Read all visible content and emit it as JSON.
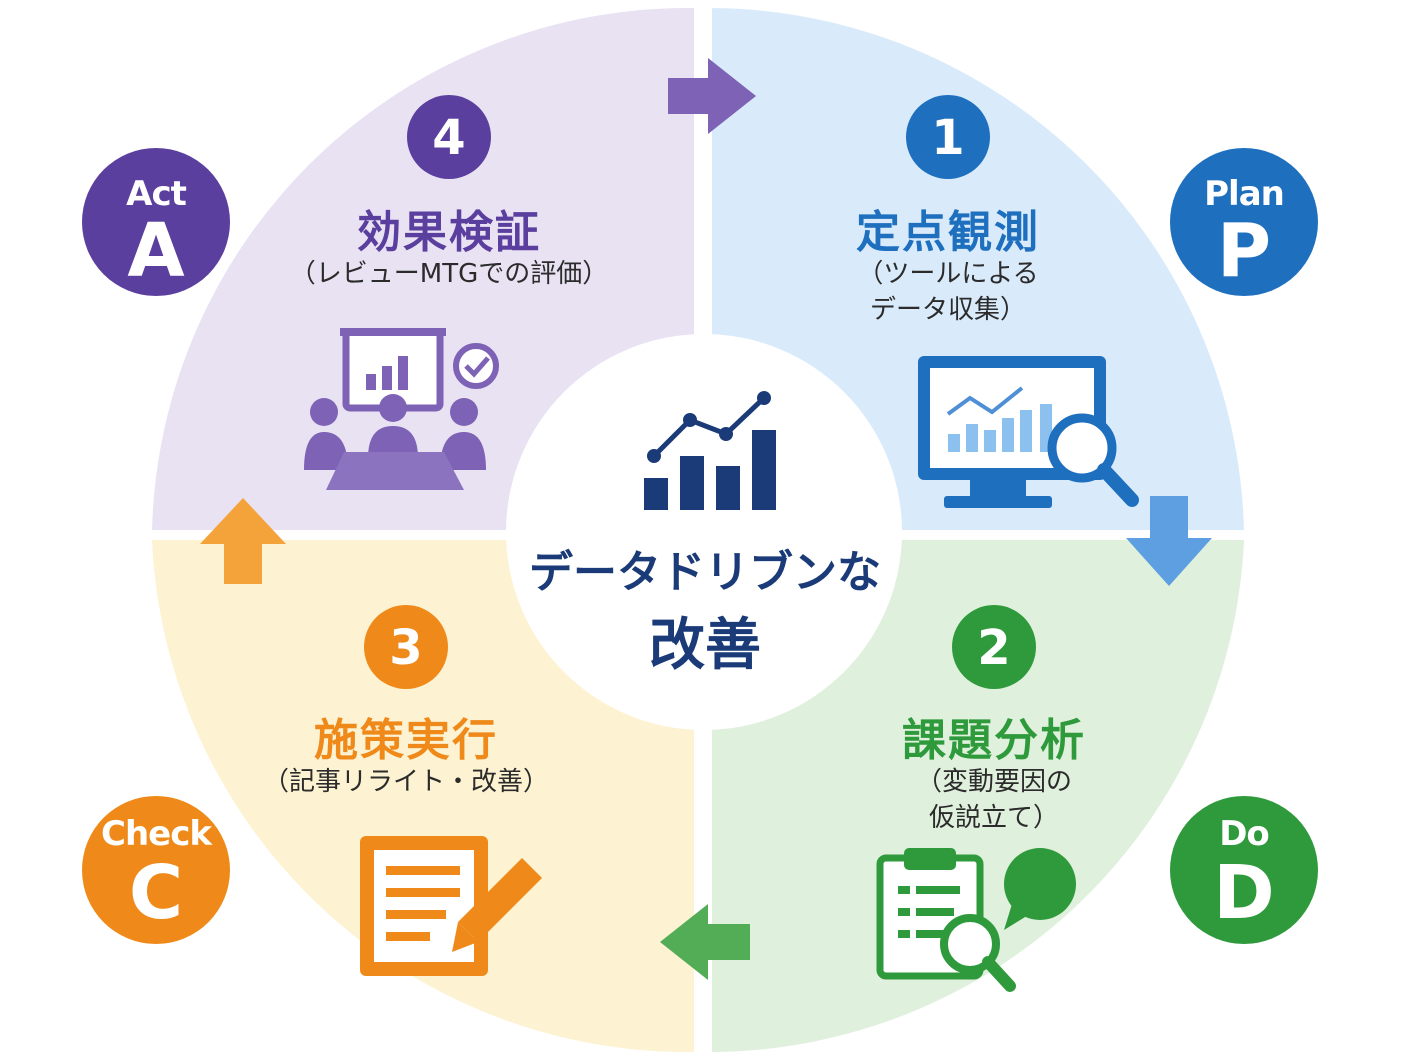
{
  "colors": {
    "plan": "#1f6fbf",
    "do": "#2f9a3c",
    "check": "#ef8a1a",
    "act": "#5b3f9e",
    "center": "#1a3a78",
    "plan_bg": "#d9ebfb",
    "do_bg": "#dff0dc",
    "check_bg": "#fdf2d1",
    "act_bg": "#e8e2f3"
  },
  "center": {
    "line1": "データドリブンな",
    "line2": "改善",
    "icon": "bar-chart-trend-icon"
  },
  "steps": [
    {
      "key": "plan",
      "number": "1",
      "title": "定点観測",
      "sub1": "（ツールによる",
      "sub2": "データ収集）",
      "icon": "monitor-magnifier-icon"
    },
    {
      "key": "do",
      "number": "2",
      "title": "課題分析",
      "sub1": "（変動要因の",
      "sub2": "仮説立て）",
      "icon": "clipboard-question-icon"
    },
    {
      "key": "check",
      "number": "3",
      "title": "施策実行",
      "sub1": "（記事リライト・改善）",
      "sub2": "",
      "icon": "document-pencil-icon"
    },
    {
      "key": "act",
      "number": "4",
      "title": "効果検証",
      "sub1": "（レビューMTGでの評価）",
      "sub2": "",
      "icon": "meeting-review-icon"
    }
  ],
  "badges": {
    "plan": {
      "word": "Plan",
      "letter": "P"
    },
    "do": {
      "word": "Do",
      "letter": "D"
    },
    "check": {
      "word": "Check",
      "letter": "C"
    },
    "act": {
      "word": "Act",
      "letter": "A"
    }
  }
}
